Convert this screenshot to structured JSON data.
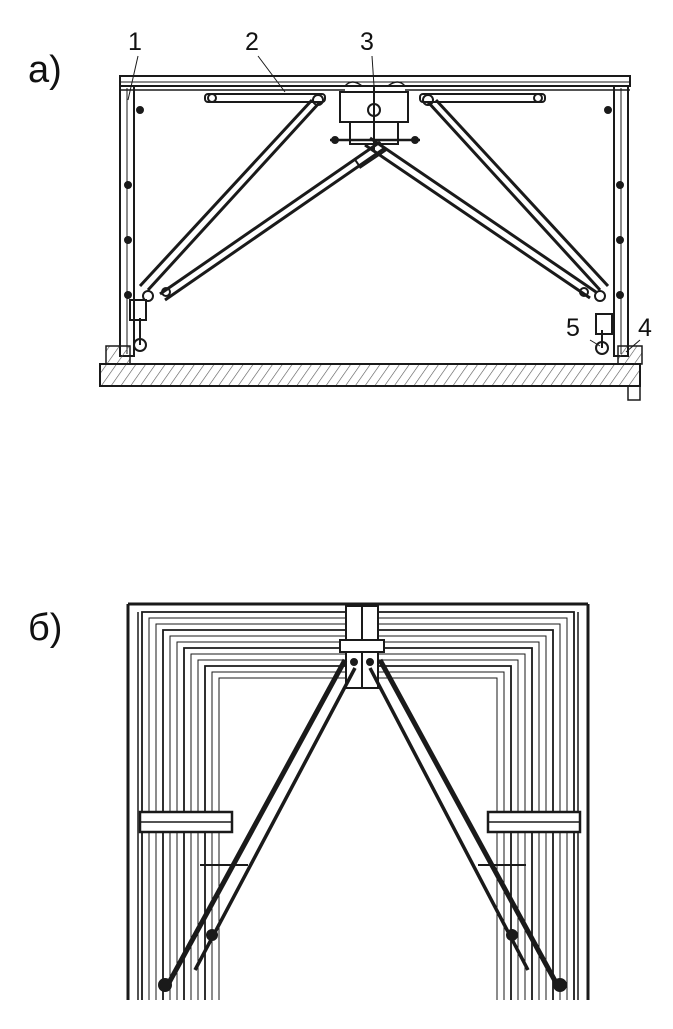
{
  "figure": {
    "panel_a": {
      "label": "а)",
      "callouts": [
        "1",
        "2",
        "3",
        "4",
        "5"
      ]
    },
    "panel_b": {
      "label": "б)"
    }
  },
  "colors": {
    "ink": "#1a1a1a",
    "paper": "#ffffff",
    "hatch": "#555555"
  }
}
